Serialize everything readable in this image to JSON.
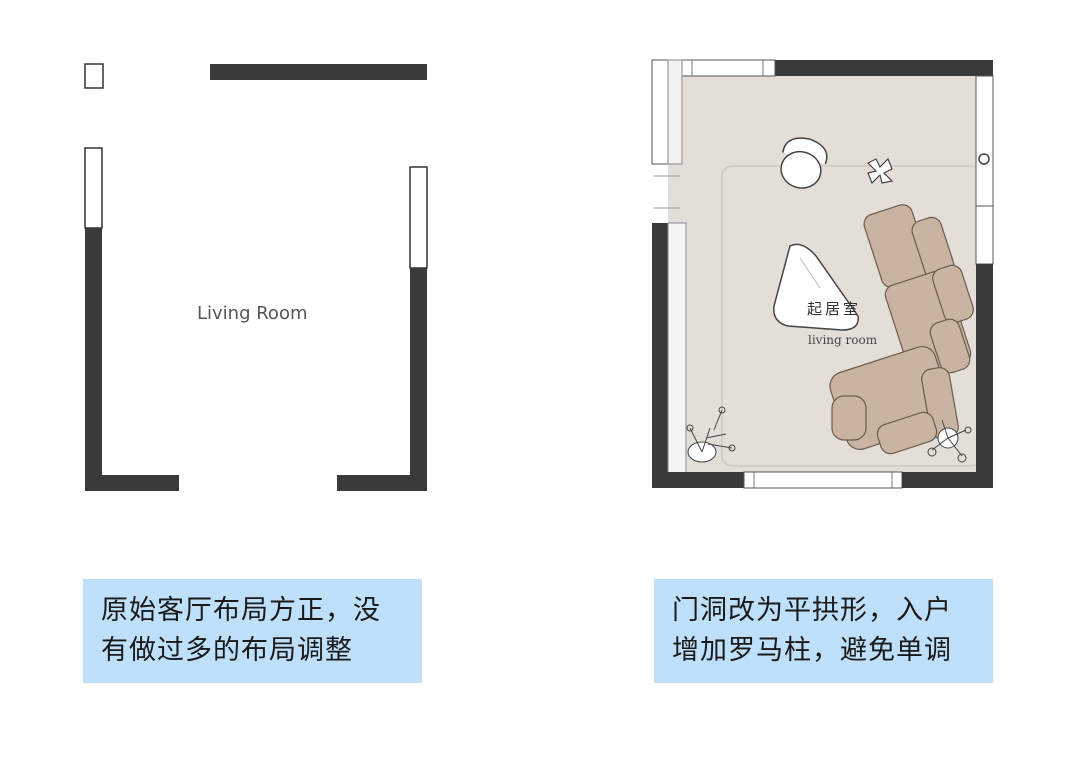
{
  "before": {
    "room_label": "Living Room",
    "caption_line1": "原始客厅布局方正，没",
    "caption_line2": "有做过多的布局调整"
  },
  "after": {
    "room_label_cn": "起居室",
    "room_label_en": "living room",
    "caption_line1": "门洞改为平拱形，入户",
    "caption_line2": "增加罗马柱，避免单调"
  },
  "colors": {
    "wall": "#3a3a3a",
    "floor": "#e3ded8",
    "sofa": "#c9b4a2",
    "caption_bg": "#bfe0fa"
  }
}
